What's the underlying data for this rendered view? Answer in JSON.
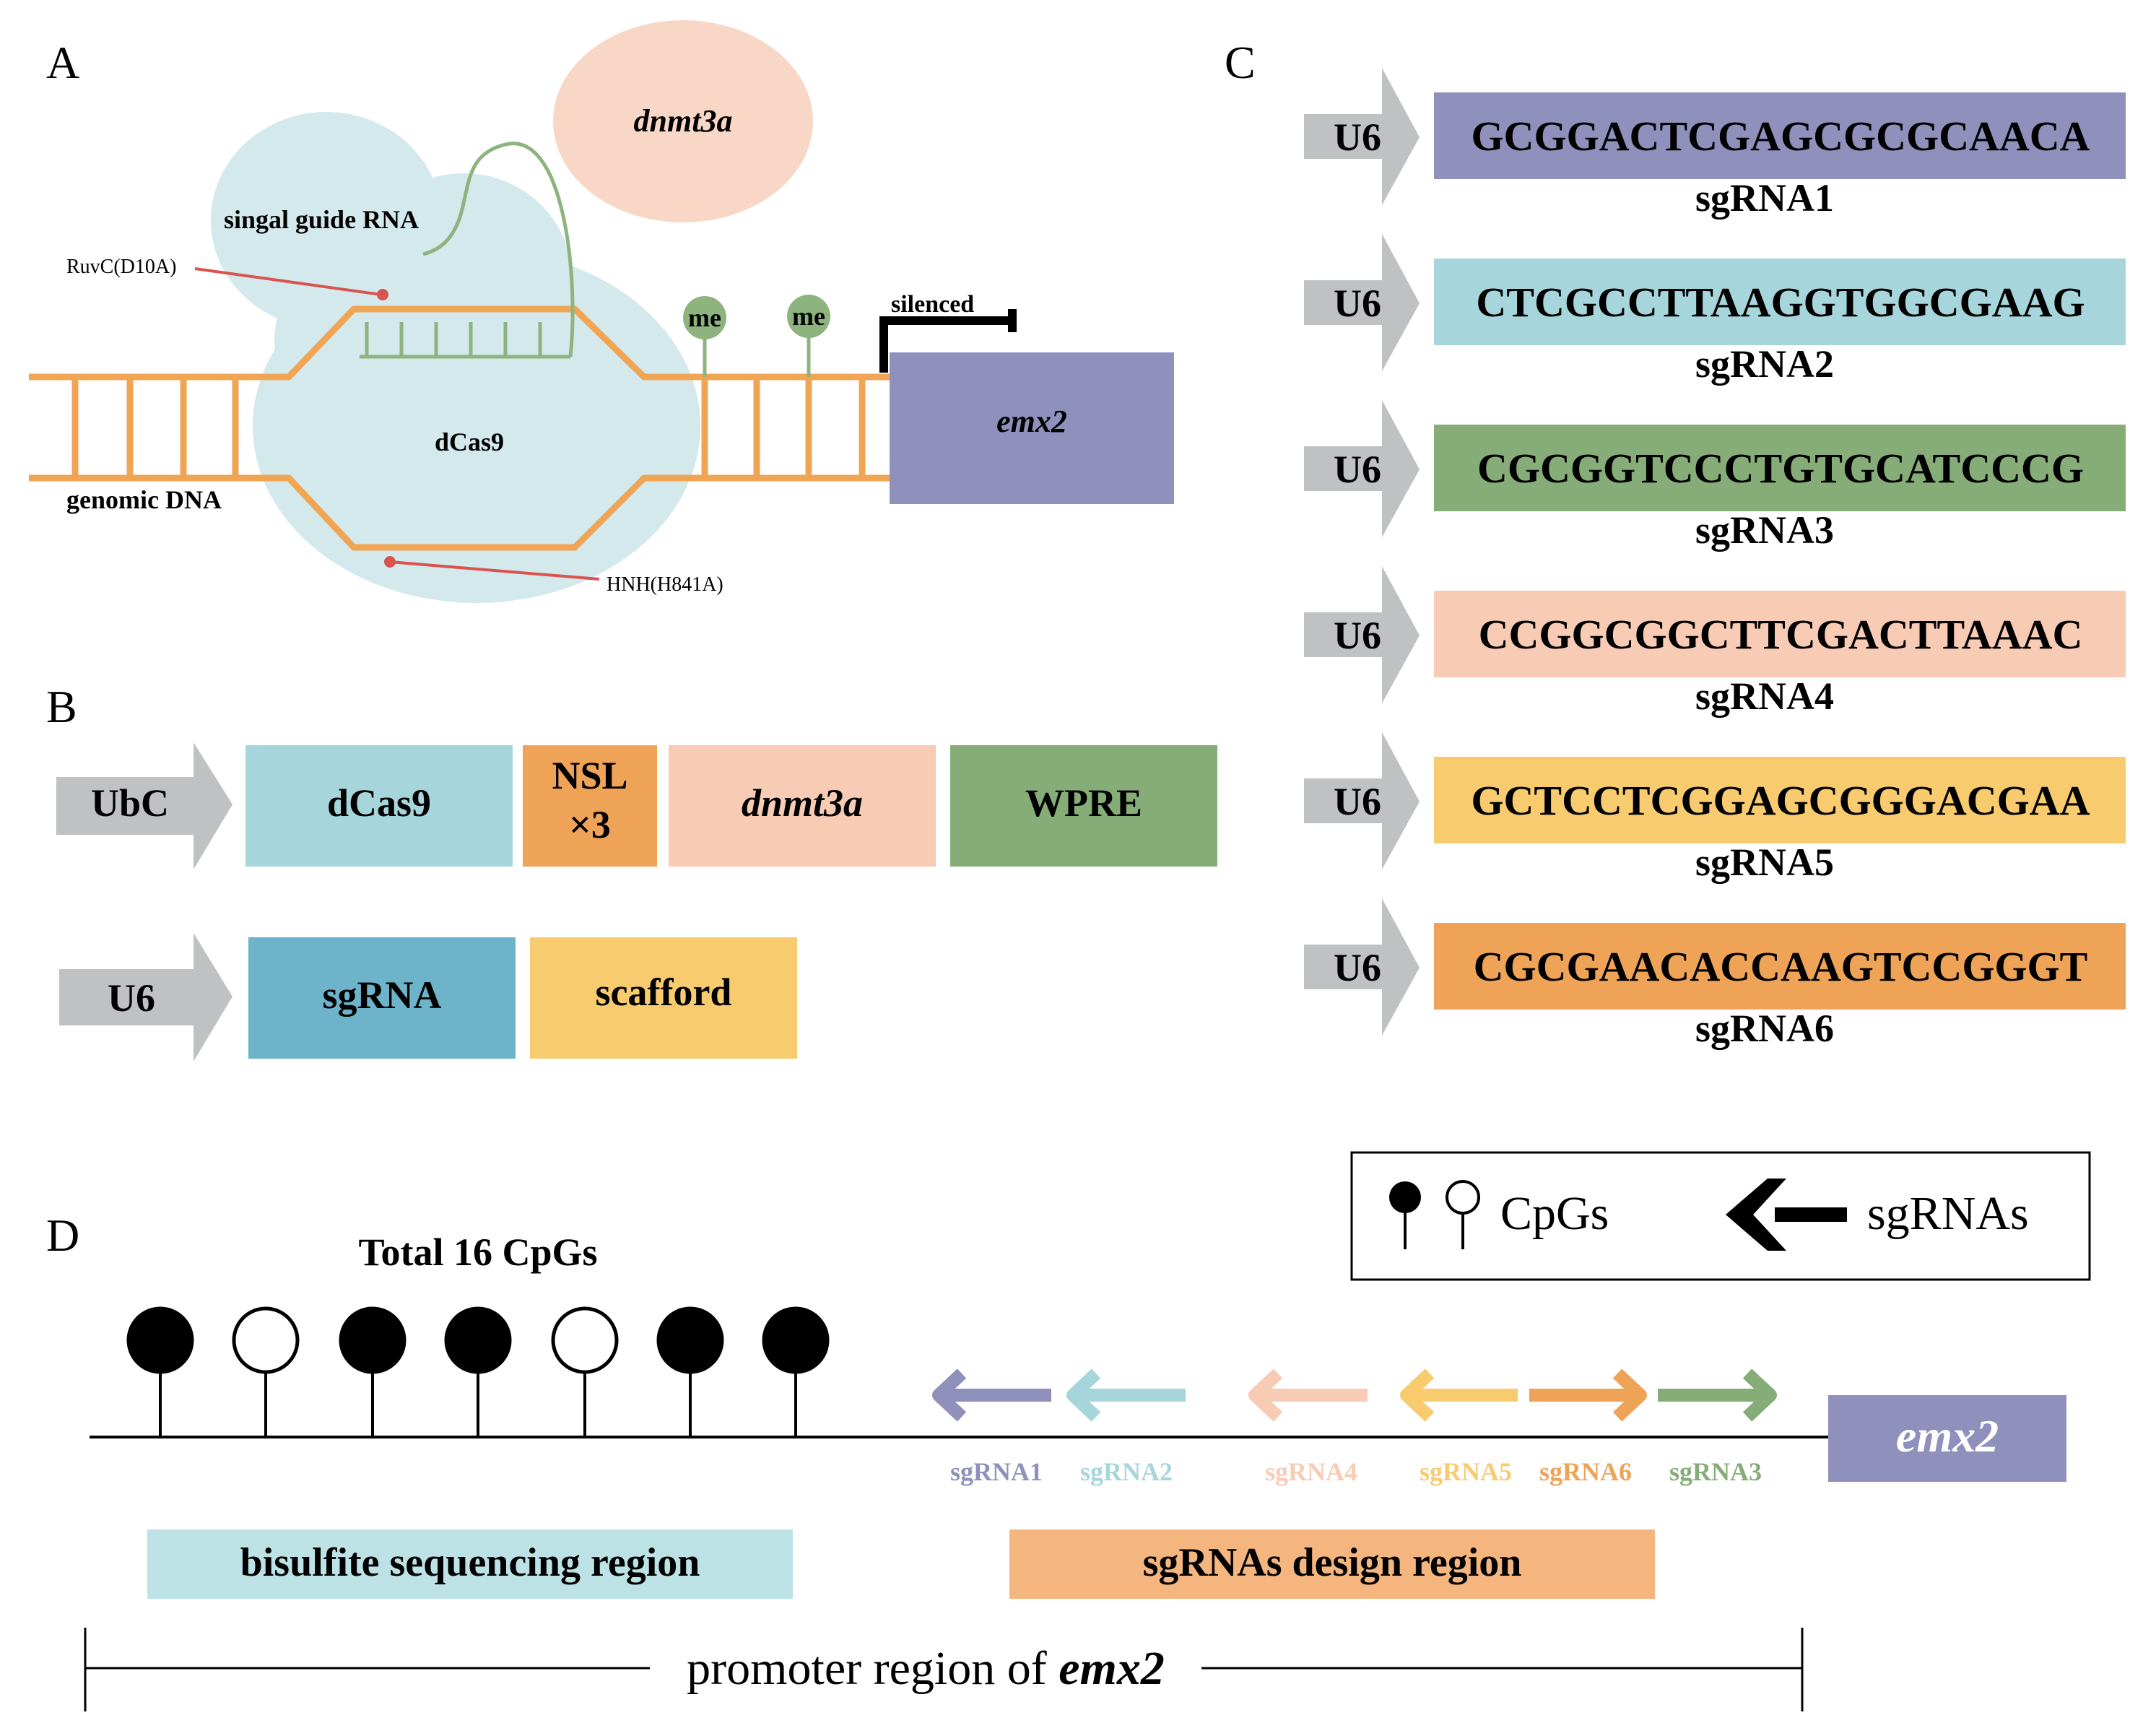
{
  "panels": {
    "a": "A",
    "b": "B",
    "c": "C",
    "d": "D"
  },
  "panel_a": {
    "dnmt3a": "dnmt3a",
    "sgrna_label": "singal guide RNA",
    "ruvc": "RuvC(D10A)",
    "dcas9": "dCas9",
    "genomic": "genomic DNA",
    "hnh": "HNH(H841A)",
    "me": "me",
    "silenced": "silenced",
    "emx2": "emx2"
  },
  "panel_b": {
    "row1": {
      "promoter": "UbC",
      "dcas9": "dCas9",
      "nsl_line1": "NSL",
      "nsl_line2": "×3",
      "dnmt3a": "dnmt3a",
      "wpre": "WPRE"
    },
    "row2": {
      "promoter": "U6",
      "sgrna": "sgRNA",
      "scafford": "scafford"
    }
  },
  "panel_c": {
    "items": [
      {
        "promoter": "U6",
        "sequence": "GCGGACTCGAGCGCGCAACA",
        "name": "sgRNA1",
        "color": "#8f90bb"
      },
      {
        "promoter": "U6",
        "sequence": "CTCGCCTTAAGGTGGCGAAG",
        "name": "sgRNA2",
        "color": "#a6d6db"
      },
      {
        "promoter": "U6",
        "sequence": "CGCGGTCCCTGTGCATCCCG",
        "name": "sgRNA3",
        "color": "#86ac78"
      },
      {
        "promoter": "U6",
        "sequence": "CCGGCGGCTTCGACTTAAAC",
        "name": "sgRNA4",
        "color": "#f8cbb5"
      },
      {
        "promoter": "U6",
        "sequence": "GCTCCTCGGAGCGGGACGAA",
        "name": "sgRNA5",
        "color": "#f8cb6e"
      },
      {
        "promoter": "U6",
        "sequence": "CGCGAACACCAAGTCCGGGT",
        "name": "sgRNA6",
        "color": "#eea357"
      }
    ]
  },
  "panel_d": {
    "total": "Total 16 CpGs",
    "cpg_methylated": [
      true,
      false,
      true,
      true,
      false,
      true,
      true
    ],
    "legend_cpgs": "CpGs",
    "legend_sgrnas": "sgRNAs",
    "emx2": "emx2",
    "arrows": [
      {
        "name": "sgRNA1",
        "direction": "left",
        "color": "#8f90bb"
      },
      {
        "name": "sgRNA2",
        "direction": "left",
        "color": "#a6d6db"
      },
      {
        "name": "sgRNA4",
        "direction": "left",
        "color": "#f8cbb5"
      },
      {
        "name": "sgRNA5",
        "direction": "left",
        "color": "#f8cb6e"
      },
      {
        "name": "sgRNA6",
        "direction": "right",
        "color": "#eea357"
      },
      {
        "name": "sgRNA3",
        "direction": "right",
        "color": "#86ac78"
      }
    ],
    "bisulfite": "bisulfite sequencing region",
    "design": "sgRNAs design region",
    "promoter_prefix": "promoter region of ",
    "promoter_gene": "emx2"
  },
  "colors": {
    "dna": "#f0a555",
    "dcas9_blob": "#d3e9ec",
    "dnmt3a_blob": "#f9d7c6",
    "guide": "#8db37e",
    "me": "#8db37e",
    "red": "#d9534f",
    "emx2": "#8f90bb",
    "gray_arrow": "#bfc1c3",
    "ubc_dcas9": "#a6d6db",
    "nsl": "#eea357",
    "dnmt3a_box": "#f8cbb5",
    "wpre": "#86ac78",
    "sgrna_box": "#6db3c9",
    "scafford": "#f8cb6e",
    "bisulfite_box": "#bde2e5",
    "design_box": "#f4b57e"
  }
}
